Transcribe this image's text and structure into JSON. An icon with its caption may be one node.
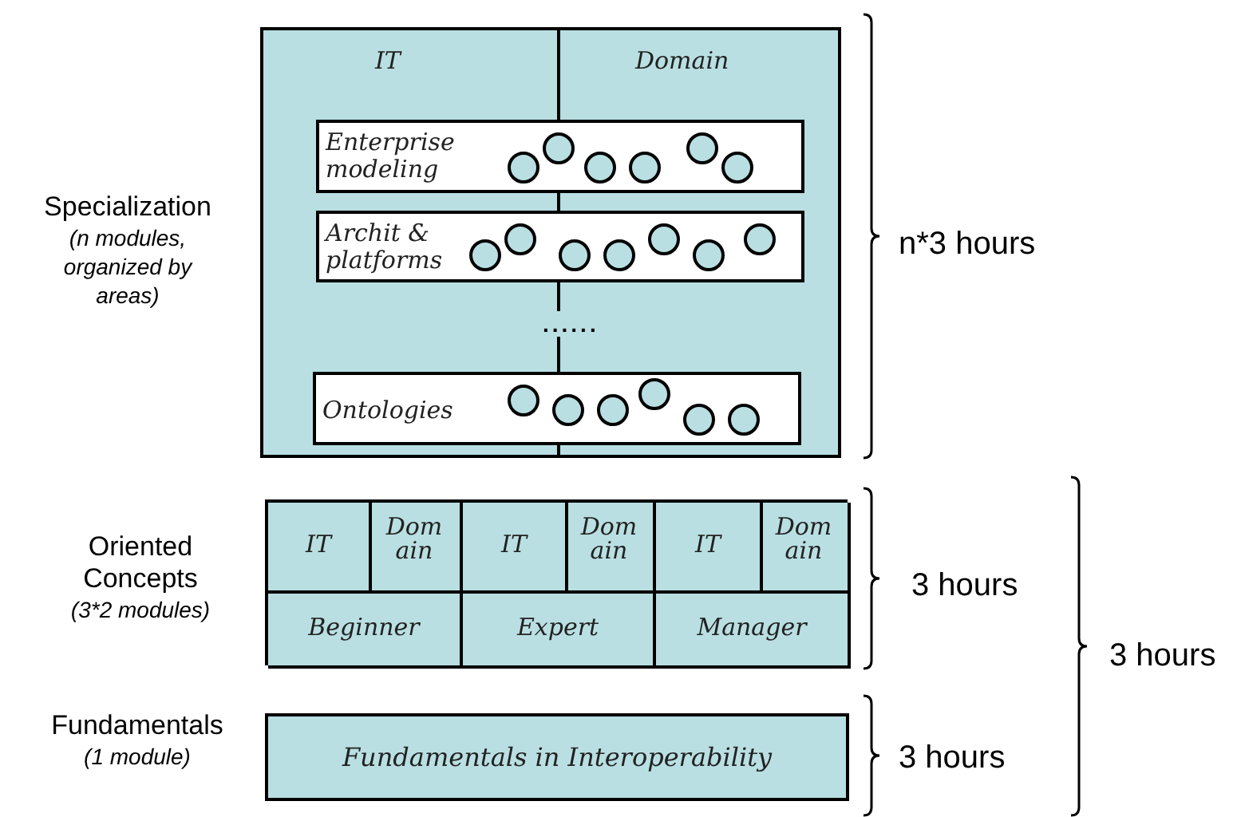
{
  "diagram": {
    "nodes": [
      {
        "text": [
          "IT",
          "Domain"
        ],
        "beside": [
          "Specialization",
          "(n modules, organized by areas)"
        ]
      },
      {
        "text": [
          "Enterprise modeling"
        ],
        "in": 0
      },
      {
        "text": [
          "Archit & platforms"
        ],
        "in": 0
      },
      {
        "text": [
          "Ontologies"
        ],
        "in": 0
      },
      {
        "text": [],
        "shape": "box",
        "beside": [
          "Oriented Concepts",
          "(3*2 modules)"
        ]
      },
      {
        "text": [
          "IT"
        ],
        "in": 4
      },
      {
        "text": [
          "Dom ain"
        ],
        "in": 4
      },
      {
        "text": [
          "IT"
        ],
        "in": 4
      },
      {
        "text": [
          "Dom ain"
        ],
        "in": 4
      },
      {
        "text": [
          "IT"
        ],
        "in": 4
      },
      {
        "text": [
          "Dom ain"
        ],
        "in": 4
      },
      {
        "text": [
          "Beginner"
        ],
        "in": 4
      },
      {
        "text": [
          "Expert"
        ],
        "in": 4
      },
      {
        "text": [
          "Manager"
        ],
        "in": 4
      },
      {
        "text": [
          "Fundamentals in Interoperability"
        ],
        "beside": [
          "Fundamentals",
          "(1 module)"
        ]
      }
    ],
    "edges": [],
    "labels": [
      "......",
      "n*3 hours",
      "3 hours",
      "3 hours",
      "3 hours"
    ]
  }
}
